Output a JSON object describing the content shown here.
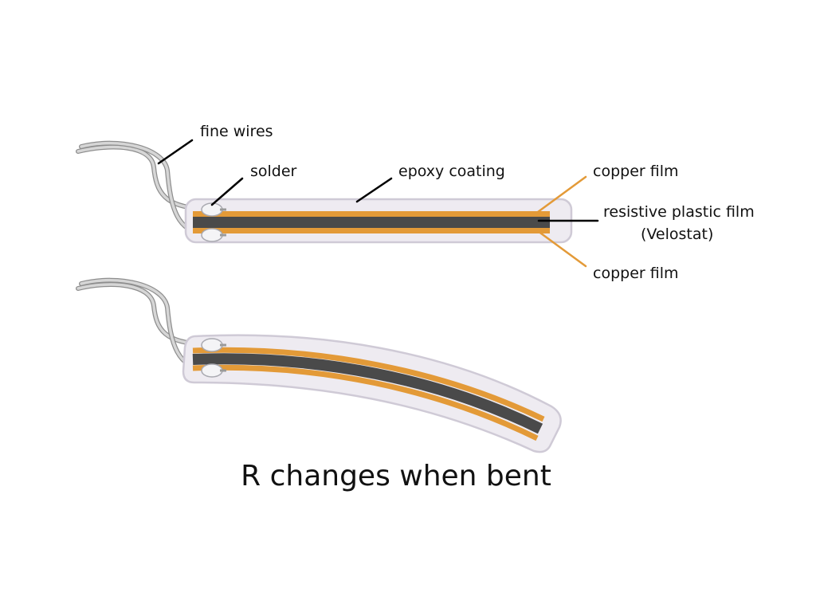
{
  "labels": {
    "fine_wires": "fine wires",
    "solder": "solder",
    "epoxy_coating": "epoxy coating",
    "copper_film_top": "copper film",
    "resistive_film_line1": "resistive plastic film",
    "resistive_film_line2": "(Velostat)",
    "copper_film_bottom": "copper film"
  },
  "caption": "R changes when bent",
  "colors": {
    "copper": "#E39A38",
    "resistive": "#4A4A4A",
    "epoxy_fill": "#EEEBF1",
    "epoxy_stroke": "#CFCAD6",
    "wire": "#B9B9B9",
    "leader_black": "#000000",
    "leader_orange": "#E39A38"
  }
}
